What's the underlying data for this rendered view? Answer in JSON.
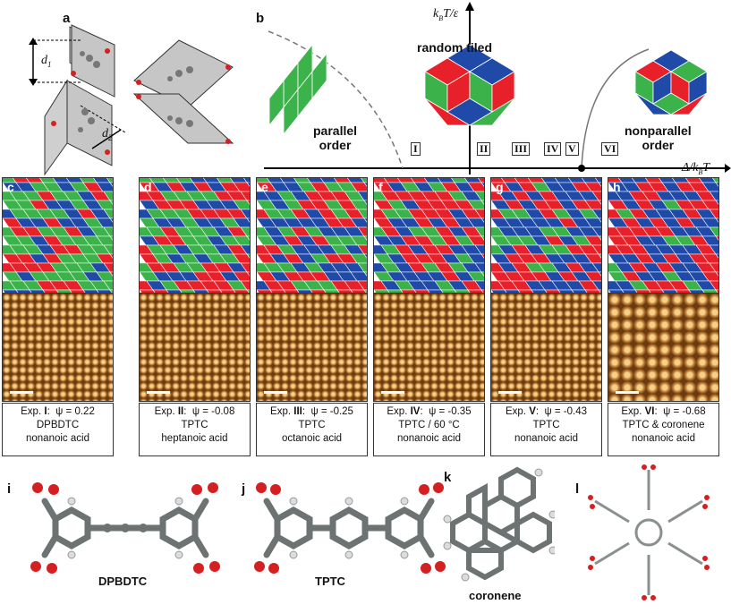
{
  "panels": {
    "a": "a",
    "b": "b",
    "c": "c",
    "d": "d",
    "e": "e",
    "f": "f",
    "g": "g",
    "h": "h",
    "i": "i",
    "j": "j",
    "k": "k",
    "l": "l"
  },
  "panel_a": {
    "d1": "d",
    "d1_sub": "1",
    "d2": "d",
    "d2_sub": "2"
  },
  "phase_diagram": {
    "y_axis_label": "k",
    "y_axis_sub": "B",
    "y_axis_rest": "T/ε",
    "x_axis_label": "Δ/k",
    "x_axis_sub": "B",
    "x_axis_rest": "T",
    "random_tiled": "random tiled",
    "parallel_order": "parallel\norder",
    "nonparallel_order": "nonparallel\norder",
    "regimes": [
      "I",
      "II",
      "III",
      "IV",
      "V",
      "VI"
    ]
  },
  "experiments": [
    {
      "label": "c",
      "exp_prefix": "Exp.",
      "exp_num": "I",
      "psi": "ψ = 0.22",
      "molecule": "DPBDTC",
      "solvent": "nonanoic acid"
    },
    {
      "label": "d",
      "exp_prefix": "Exp.",
      "exp_num": "II",
      "psi": "ψ = -0.08",
      "molecule": "TPTC",
      "solvent": "heptanoic acid"
    },
    {
      "label": "e",
      "exp_prefix": "Exp.",
      "exp_num": "III",
      "psi": "ψ = -0.25",
      "molecule": "TPTC",
      "solvent": "octanoic acid"
    },
    {
      "label": "f",
      "exp_prefix": "Exp.",
      "exp_num": "IV",
      "psi": "ψ = -0.35",
      "molecule": "TPTC / 60 °C",
      "solvent": "nonanoic acid"
    },
    {
      "label": "g",
      "exp_prefix": "Exp.",
      "exp_num": "V",
      "psi": "ψ = -0.43",
      "molecule": "TPTC",
      "solvent": "nonanoic acid"
    },
    {
      "label": "h",
      "exp_prefix": "Exp.",
      "exp_num": "VI",
      "psi": "ψ = -0.68",
      "molecule": "TPTC & coronene",
      "solvent": "nonanoic acid"
    }
  ],
  "molecules": {
    "i": "DPBDTC",
    "j": "TPTC",
    "k": "coronene"
  },
  "colors": {
    "red": "#e8202a",
    "green": "#3bb34a",
    "blue": "#1f4aa8",
    "stm_dark": "#6b3a10",
    "stm_light": "#f4d08a",
    "mol_gray": "#8a8f8f",
    "oxygen": "#d42020"
  }
}
